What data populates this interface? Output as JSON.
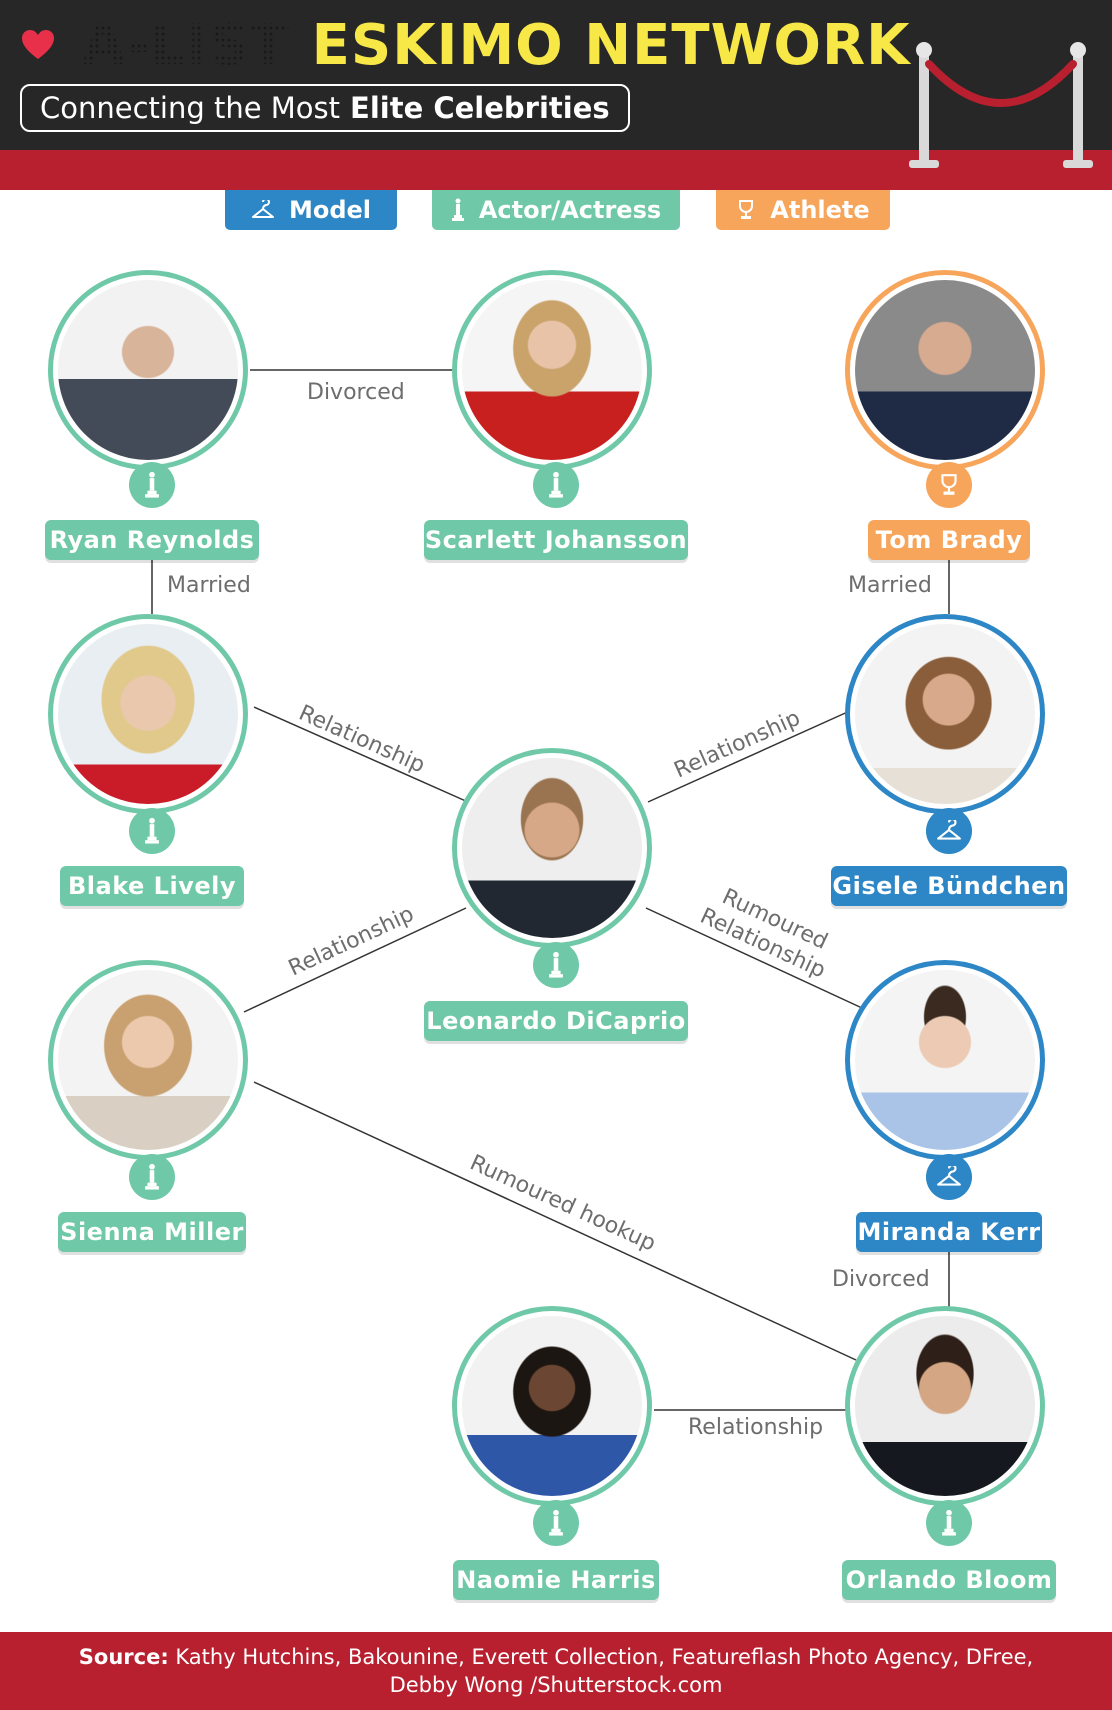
{
  "header": {
    "title_a": "A-LIST",
    "title_b": "ESKIMO NETWORK",
    "subtitle_prefix": "Connecting the Most",
    "subtitle_bold": "Elite Celebrities"
  },
  "legend": [
    {
      "label": "Model",
      "icon": "hanger-icon",
      "color": "#2d86c5"
    },
    {
      "label": "Actor/Actress",
      "icon": "oscar-statuette-icon",
      "color": "#6fc9a8"
    },
    {
      "label": "Athlete",
      "icon": "trophy-icon",
      "color": "#f7a55b"
    }
  ],
  "people": {
    "ryan": {
      "name": "Ryan Reynolds",
      "type": "Actor/Actress"
    },
    "scarlett": {
      "name": "Scarlett Johansson",
      "type": "Actor/Actress"
    },
    "tom": {
      "name": "Tom Brady",
      "type": "Athlete"
    },
    "blake": {
      "name": "Blake Lively",
      "type": "Actor/Actress"
    },
    "gisele": {
      "name": "Gisele Bündchen",
      "type": "Model"
    },
    "leo": {
      "name": "Leonardo  DiCaprio",
      "type": "Actor/Actress"
    },
    "sienna": {
      "name": "Sienna Miller",
      "type": "Actor/Actress"
    },
    "miranda": {
      "name": "Miranda Kerr",
      "type": "Model"
    },
    "naomie": {
      "name": "Naomie Harris",
      "type": "Actor/Actress"
    },
    "orlando": {
      "name": "Orlando Bloom",
      "type": "Actor/Actress"
    }
  },
  "relations": {
    "ryan_scarlett": "Divorced",
    "ryan_blake": "Married",
    "tom_gisele": "Married",
    "blake_leo": "Relationship",
    "gisele_leo": "Relationship",
    "sienna_leo": "Relationship",
    "leo_miranda_1": "Rumoured",
    "leo_miranda_2": "Relationship",
    "sienna_orlando": "Rumoured hookup",
    "miranda_orlando": "Divorced",
    "naomie_orlando": "Relationship"
  },
  "footer": {
    "source_label": "Source:",
    "source_text": "Kathy Hutchins, Bakounine, Everett Collection, Featureflash Photo Agency, DFree, Debby Wong /Shutterstock.com"
  },
  "colors": {
    "actor": "#6fc9a8",
    "model": "#2d86c5",
    "athlete": "#f7a55b",
    "header_dark": "#272727",
    "header_red": "#b8202f",
    "title_yellow": "#f7e847"
  }
}
